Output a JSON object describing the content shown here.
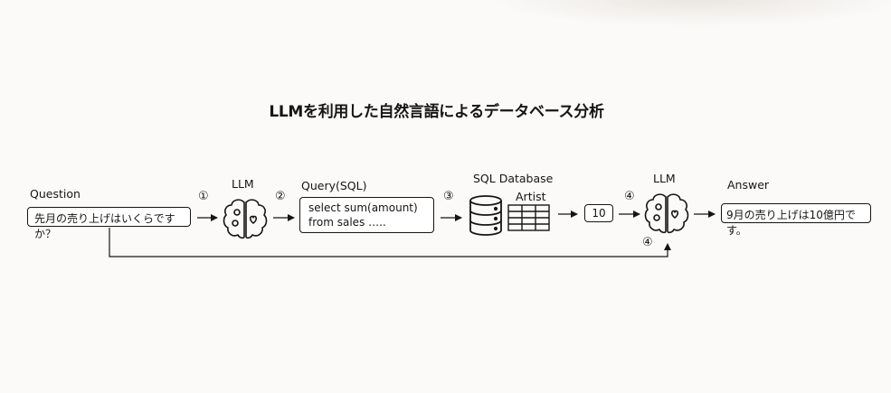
{
  "title": "LLMを利用した自然言語によるデータベース分析",
  "question": {
    "label": "Question",
    "text": "先月の売り上げはいくらですか？"
  },
  "llm_label_1": "LLM",
  "query": {
    "label": "Query(SQL)",
    "line1": "select sum(amount)",
    "line2": "from sales ….."
  },
  "database": {
    "label": "SQL Database",
    "table_label": "Artist"
  },
  "result_value": "10",
  "llm_label_2": "LLM",
  "answer": {
    "label": "Answer",
    "text": "9月の売り上げは10億円です。"
  },
  "steps": {
    "s1": "①",
    "s2": "②",
    "s3": "③",
    "s4a": "④",
    "s4b": "④"
  },
  "colors": {
    "ink": "#161513",
    "background": "#fbfaf8",
    "box_fill": "#ffffff"
  }
}
